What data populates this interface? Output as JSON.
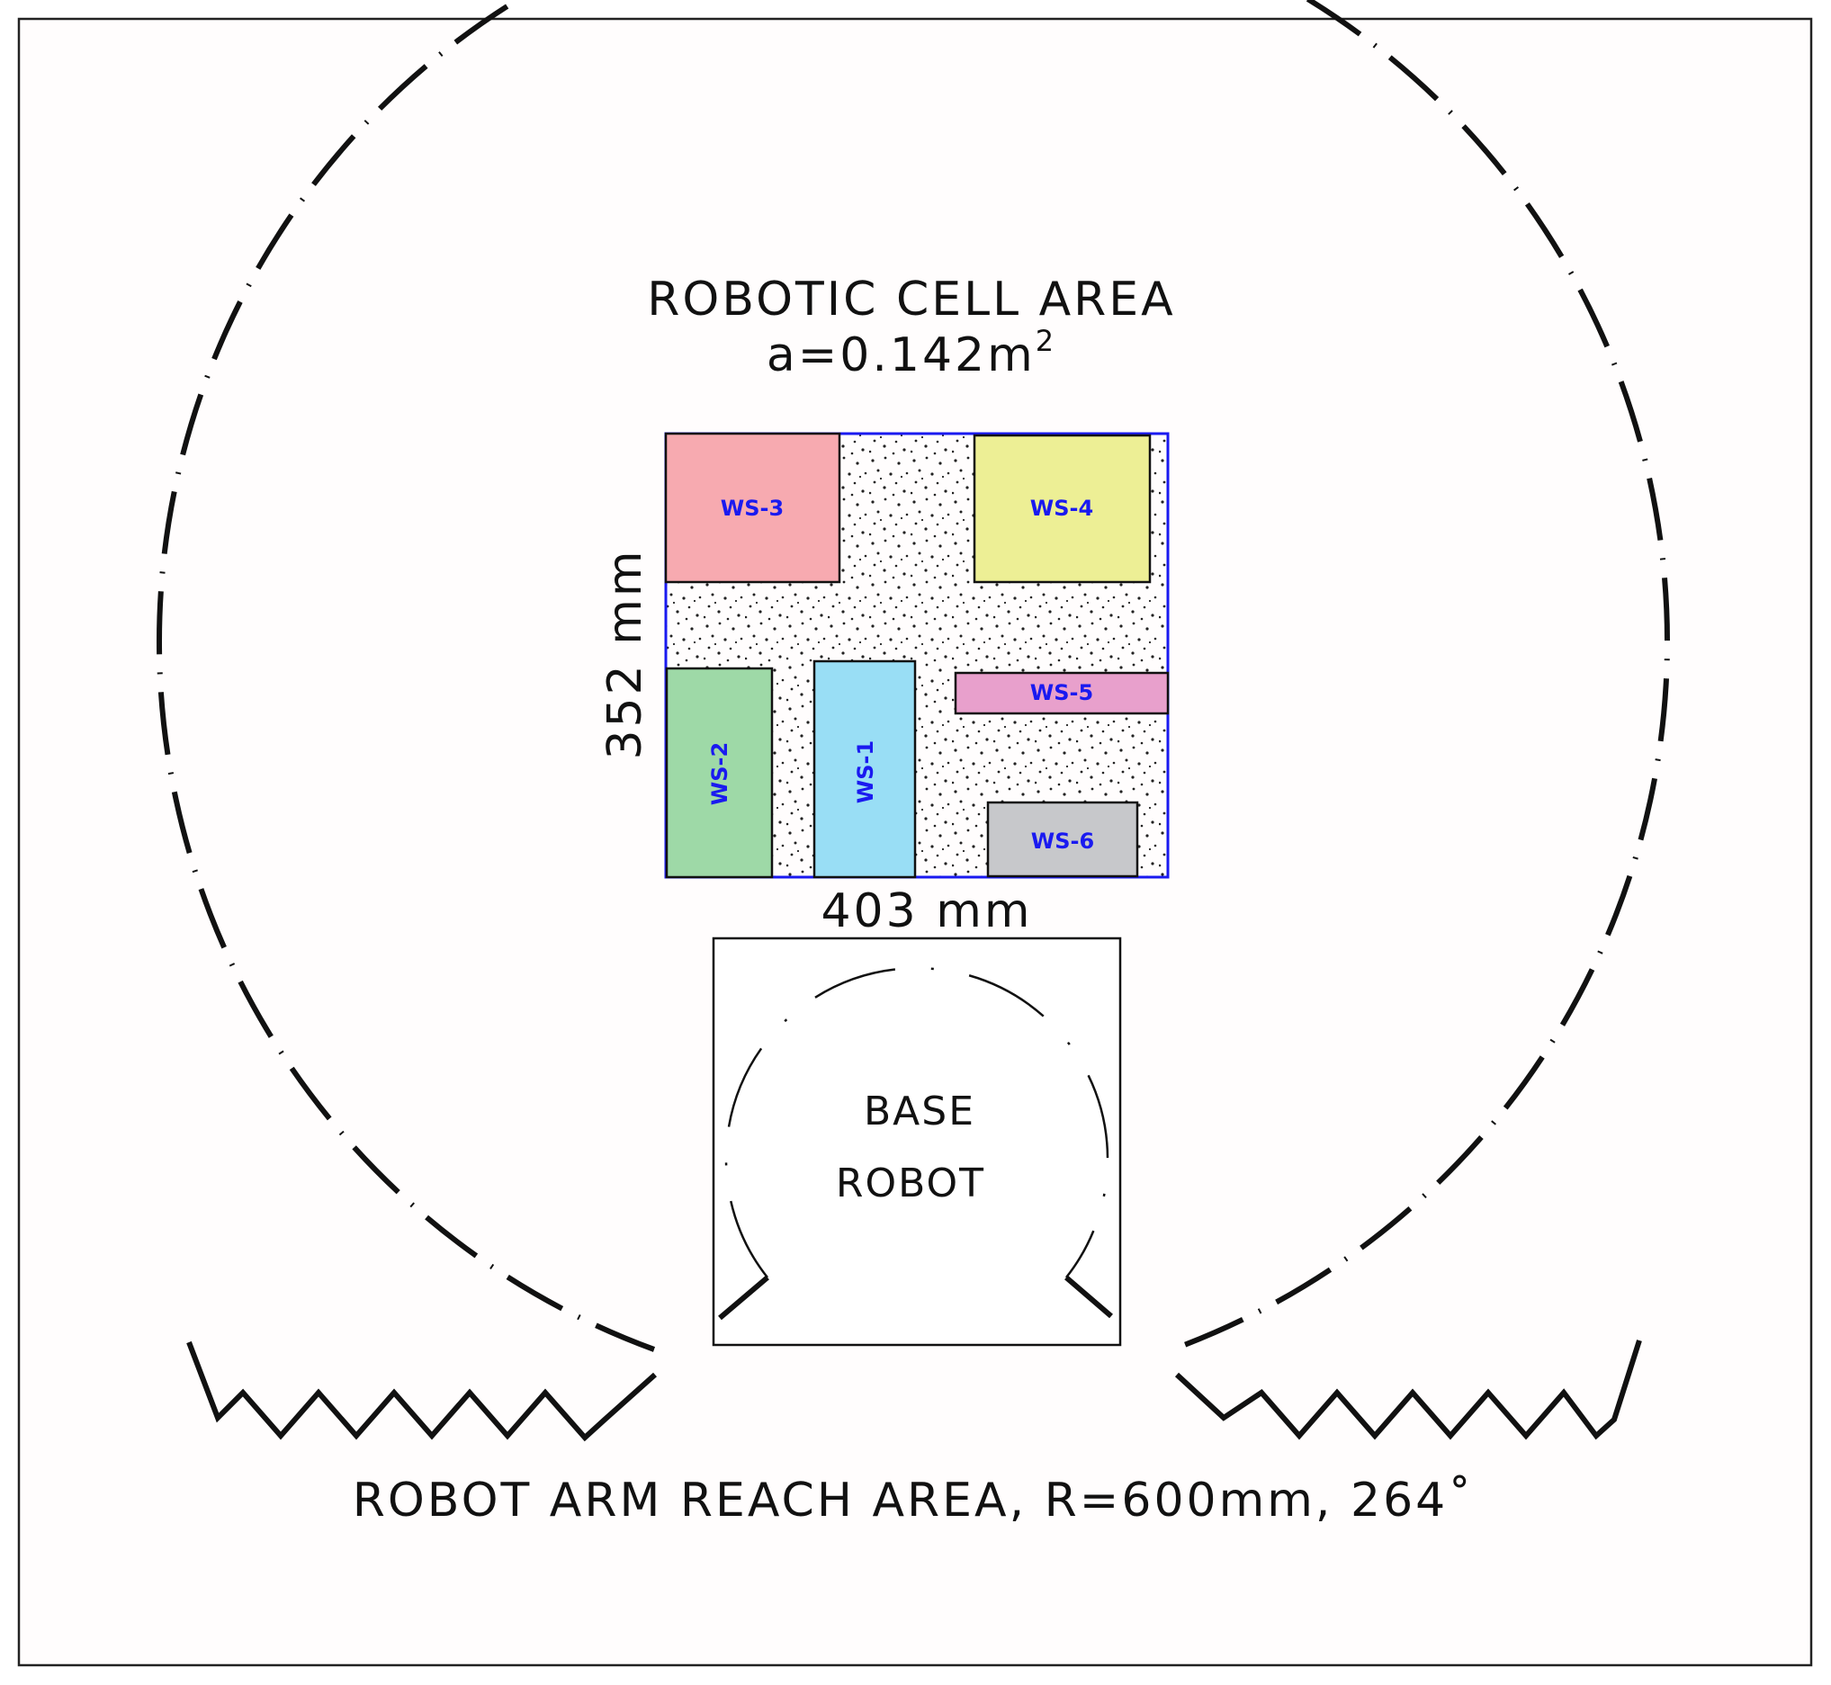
{
  "title": {
    "line1": "ROBOTIC CELL AREA",
    "line2_prefix": "a=0.142m",
    "line2_sup": "2"
  },
  "dimensions": {
    "width_label": "403 mm",
    "height_label": "352 mm"
  },
  "base": {
    "line1": "BASE",
    "line2": "ROBOT"
  },
  "reach_caption": "ROBOT ARM REACH AREA, R=600mm, 264˚",
  "workstations": [
    {
      "id": "ws1",
      "label": "WS-1",
      "fill": "#99def5",
      "vertical": true
    },
    {
      "id": "ws2",
      "label": "WS-2",
      "fill": "#9ed9a7",
      "vertical": true
    },
    {
      "id": "ws3",
      "label": "WS-3",
      "fill": "#f7aab0",
      "vertical": false
    },
    {
      "id": "ws4",
      "label": "WS-4",
      "fill": "#edef95",
      "vertical": false
    },
    {
      "id": "ws5",
      "label": "WS-5",
      "fill": "#e8a0cc",
      "vertical": false
    },
    {
      "id": "ws6",
      "label": "WS-6",
      "fill": "#c7c8cb",
      "vertical": false
    }
  ],
  "colors": {
    "cell_border": "#1a1af0",
    "ws_text": "#1a1af0",
    "line": "#111111"
  }
}
